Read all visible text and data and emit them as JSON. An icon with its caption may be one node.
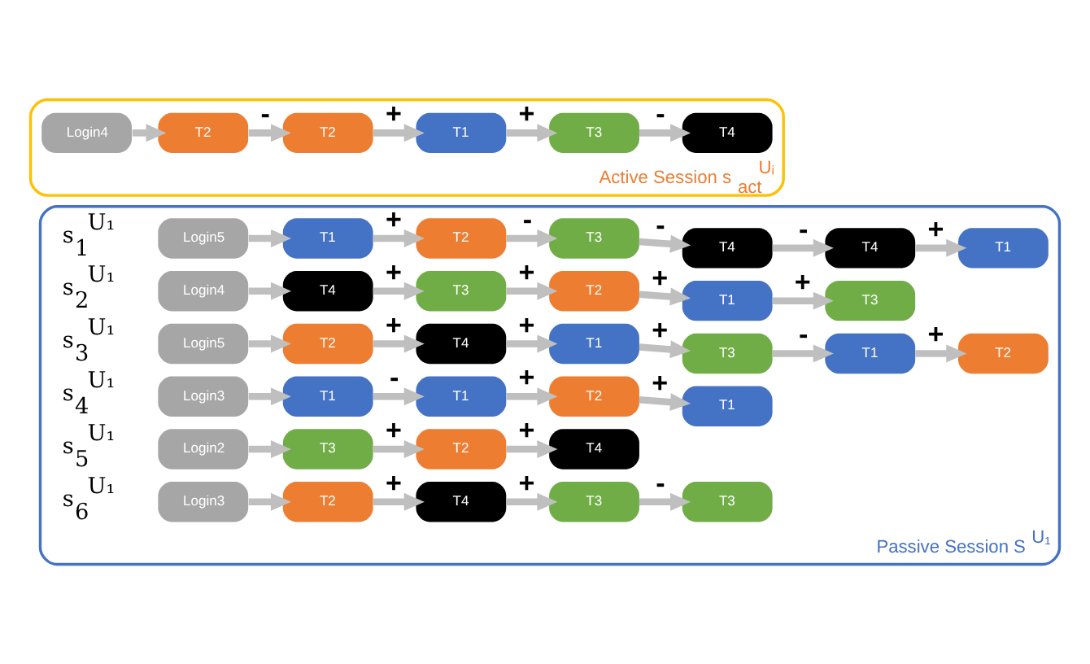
{
  "diagram": {
    "nodes": [
      {
        "text": [
          "Passive Session S$^{U₁}$"
        ]
      },
      {
        "text": [
          "Login5"
        ],
        "in": 0,
        "beside": [
          "s$_{1}$$^{U₁}$"
        ]
      },
      {
        "text": [
          "T1"
        ],
        "in": 0
      },
      {
        "text": [
          "T2"
        ],
        "in": 0
      },
      {
        "text": [
          "T3"
        ],
        "in": 0
      },
      {
        "text": [
          "T4"
        ],
        "in": 0
      },
      {
        "text": [
          "T4"
        ],
        "in": 0
      },
      {
        "text": [
          "T1"
        ],
        "in": 0
      },
      {
        "text": [
          "Login4"
        ],
        "in": 0,
        "beside": [
          "s$_{2}$$^{U₁}$"
        ]
      },
      {
        "text": [
          "T4"
        ],
        "in": 0
      },
      {
        "text": [
          "T3"
        ],
        "in": 0
      },
      {
        "text": [
          "T2"
        ],
        "in": 0
      },
      {
        "text": [
          "T1"
        ],
        "in": 0
      },
      {
        "text": [
          "T3"
        ],
        "in": 0
      },
      {
        "text": [
          "Login5"
        ],
        "in": 0,
        "beside": [
          "s$_{3}$$^{U₁}$"
        ]
      },
      {
        "text": [
          "T2"
        ],
        "in": 0
      },
      {
        "text": [
          "T4"
        ],
        "in": 0
      },
      {
        "text": [
          "T1"
        ],
        "in": 0
      },
      {
        "text": [
          "T3"
        ],
        "in": 0
      },
      {
        "text": [
          "T1"
        ],
        "in": 0
      },
      {
        "text": [
          "T2"
        ],
        "in": 0
      },
      {
        "text": [
          "Login3"
        ],
        "in": 0,
        "beside": [
          "s$_{4}$$^{U₁}$"
        ]
      },
      {
        "text": [
          "T1"
        ],
        "in": 0
      },
      {
        "text": [
          "T1"
        ],
        "in": 0
      },
      {
        "text": [
          "T2"
        ],
        "in": 0
      },
      {
        "text": [
          "T1"
        ],
        "in": 0
      },
      {
        "text": [
          "Login2"
        ],
        "in": 0,
        "beside": [
          "s$_{5}$$^{U₁}$"
        ]
      },
      {
        "text": [
          "T3"
        ],
        "in": 0
      },
      {
        "text": [
          "T2"
        ],
        "in": 0
      },
      {
        "text": [
          "T4"
        ],
        "in": 0
      },
      {
        "text": [
          "Login3"
        ],
        "in": 0,
        "beside": [
          "s$_{6}$$^{U₁}$"
        ]
      },
      {
        "text": [
          "T2"
        ],
        "in": 0
      },
      {
        "text": [
          "T4"
        ],
        "in": 0
      },
      {
        "text": [
          "T3"
        ],
        "in": 0
      },
      {
        "text": [
          "T3"
        ],
        "in": 0
      },
      {
        "text": [
          "Active Session s$_{act}$$^{Uᵢ}$"
        ]
      },
      {
        "text": [
          "Login4"
        ],
        "in": 35
      },
      {
        "text": [
          "T2"
        ],
        "in": 35
      },
      {
        "text": [
          "T2"
        ],
        "in": 35
      },
      {
        "text": [
          "T1"
        ],
        "in": 35
      },
      {
        "text": [
          "T3"
        ],
        "in": 35
      },
      {
        "text": [
          "T4"
        ],
        "in": 35
      }
    ],
    "edges": [
      {
        "from": 1,
        "to": 2,
        "arrow": "to"
      },
      {
        "from": 2,
        "to": 3,
        "arrow": "to",
        "label": "+"
      },
      {
        "from": 3,
        "to": 4,
        "arrow": "to",
        "label": "-"
      },
      {
        "from": 4,
        "to": 5,
        "arrow": "to",
        "label": "-"
      },
      {
        "from": 5,
        "to": 6,
        "arrow": "to",
        "label": "-"
      },
      {
        "from": 6,
        "to": 7,
        "arrow": "to",
        "label": "+"
      },
      {
        "from": 8,
        "to": 9,
        "arrow": "to"
      },
      {
        "from": 9,
        "to": 10,
        "arrow": "to",
        "label": "+"
      },
      {
        "from": 10,
        "to": 11,
        "arrow": "to",
        "label": "+"
      },
      {
        "from": 11,
        "to": 12,
        "arrow": "to",
        "label": "+"
      },
      {
        "from": 12,
        "to": 13,
        "arrow": "to",
        "label": "+"
      },
      {
        "from": 14,
        "to": 15,
        "arrow": "to"
      },
      {
        "from": 15,
        "to": 16,
        "arrow": "to",
        "label": "+"
      },
      {
        "from": 16,
        "to": 17,
        "arrow": "to",
        "label": "+"
      },
      {
        "from": 17,
        "to": 18,
        "arrow": "to",
        "label": "+"
      },
      {
        "from": 18,
        "to": 19,
        "arrow": "to",
        "label": "-"
      },
      {
        "from": 19,
        "to": 20,
        "arrow": "to",
        "label": "+"
      },
      {
        "from": 21,
        "to": 22,
        "arrow": "to"
      },
      {
        "from": 22,
        "to": 23,
        "arrow": "to",
        "label": "-"
      },
      {
        "from": 23,
        "to": 24,
        "arrow": "to",
        "label": "+"
      },
      {
        "from": 24,
        "to": 25,
        "arrow": "to",
        "label": "+"
      },
      {
        "from": 26,
        "to": 27,
        "arrow": "to"
      },
      {
        "from": 27,
        "to": 28,
        "arrow": "to",
        "label": "+"
      },
      {
        "from": 28,
        "to": 29,
        "arrow": "to",
        "label": "+"
      },
      {
        "from": 30,
        "to": 31,
        "arrow": "to"
      },
      {
        "from": 31,
        "to": 32,
        "arrow": "to",
        "label": "+"
      },
      {
        "from": 32,
        "to": 33,
        "arrow": "to",
        "label": "+"
      },
      {
        "from": 33,
        "to": 34,
        "arrow": "to",
        "label": "-"
      },
      {
        "from": 36,
        "to": 37,
        "arrow": "to"
      },
      {
        "from": 37,
        "to": 38,
        "arrow": "to",
        "label": "-"
      },
      {
        "from": 38,
        "to": 39,
        "arrow": "to",
        "label": "+"
      },
      {
        "from": 39,
        "to": 40,
        "arrow": "to",
        "label": "+"
      },
      {
        "from": 40,
        "to": 41,
        "arrow": "to",
        "label": "-"
      }
    ]
  }
}
